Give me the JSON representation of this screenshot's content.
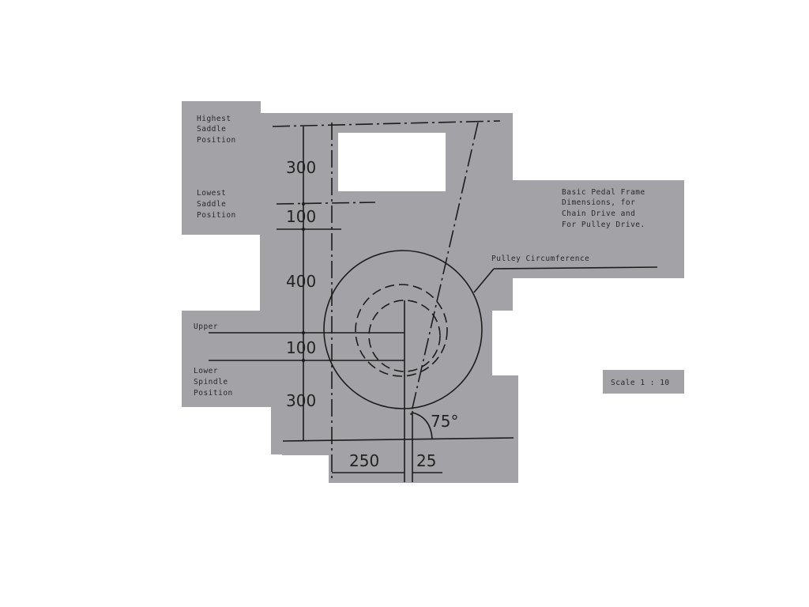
{
  "labels": {
    "highest_saddle": [
      "Highest",
      "Saddle",
      "Position"
    ],
    "lowest_saddle": [
      "Lowest",
      "Saddle",
      "Position"
    ],
    "upper": "Upper",
    "lower_spindle": [
      "Lower",
      "Spindle",
      "Position"
    ],
    "title": [
      "Basic Pedal Frame",
      "Dimensions, for",
      "Chain Drive and",
      "For Pulley Drive."
    ],
    "pulley_circumference": "Pulley Circumference",
    "scale": "Scale 1 : 10"
  },
  "dimensions": {
    "v1": "300",
    "v2": "100",
    "v3": "400",
    "v4": "100",
    "v5": "300",
    "h1": "250",
    "h2": "25",
    "angle": "75°"
  },
  "colors": {
    "paper": "#a3a2a6",
    "ink": "#1c1c1c"
  }
}
